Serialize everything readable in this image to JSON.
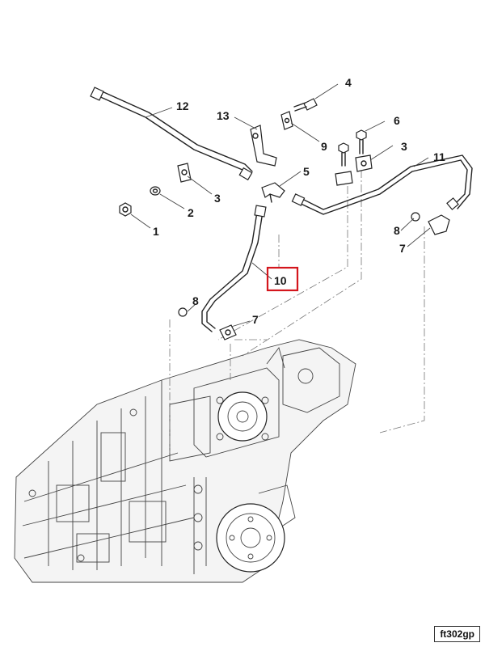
{
  "callouts": {
    "c1": "1",
    "c2": "2",
    "c3a": "3",
    "c3b": "3",
    "c4": "4",
    "c5": "5",
    "c6": "6",
    "c7a": "7",
    "c7b": "7",
    "c8a": "8",
    "c8b": "8",
    "c9": "9",
    "c10": "10",
    "c11": "11",
    "c12": "12",
    "c13": "13"
  },
  "highlighted_callout": "10",
  "figure_code": "ft302gp",
  "colors": {
    "highlight": "#d4161d",
    "line": "#222222"
  }
}
